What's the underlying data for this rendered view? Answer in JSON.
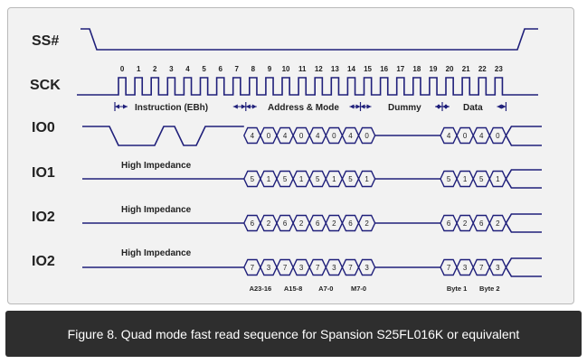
{
  "signals": {
    "ss": "SS#",
    "sck": "SCK",
    "io0": "IO0",
    "io1": "IO1",
    "io2a": "IO2",
    "io2b": "IO2"
  },
  "clock_ticks": [
    "0",
    "1",
    "2",
    "3",
    "4",
    "5",
    "6",
    "7",
    "8",
    "9",
    "10",
    "11",
    "12",
    "13",
    "14",
    "15",
    "16",
    "17",
    "18",
    "19",
    "20",
    "21",
    "22",
    "23"
  ],
  "phases": {
    "instruction": "Instruction (EBh)",
    "address_mode": "Address & Mode",
    "dummy": "Dummy",
    "data": "Data"
  },
  "high_impedance": "High Impedance",
  "bus_values": {
    "io0": [
      "4",
      "0",
      "4",
      "0",
      "4",
      "0",
      "4",
      "0",
      "4",
      "0",
      "4",
      "0"
    ],
    "io1": [
      "5",
      "1",
      "5",
      "1",
      "5",
      "1",
      "5",
      "1",
      "5",
      "1",
      "5",
      "1"
    ],
    "io2a": [
      "6",
      "2",
      "6",
      "2",
      "6",
      "2",
      "6",
      "2",
      "6",
      "2",
      "6",
      "2"
    ],
    "io2b": [
      "7",
      "3",
      "7",
      "3",
      "7",
      "3",
      "7",
      "3",
      "7",
      "3",
      "7",
      "3"
    ]
  },
  "bottom_labels": [
    "A23-16",
    "A15-8",
    "A7-0",
    "M7-0",
    "Byte 1",
    "Byte 2"
  ],
  "caption": "Figure 8. Quad mode fast read sequence for Spansion S25FL016K or equivalent",
  "colors": {
    "wave": "#1f1f7a",
    "panel": "#f2f2f2",
    "caption_bg": "#2e2e2e",
    "text": "#222222"
  }
}
